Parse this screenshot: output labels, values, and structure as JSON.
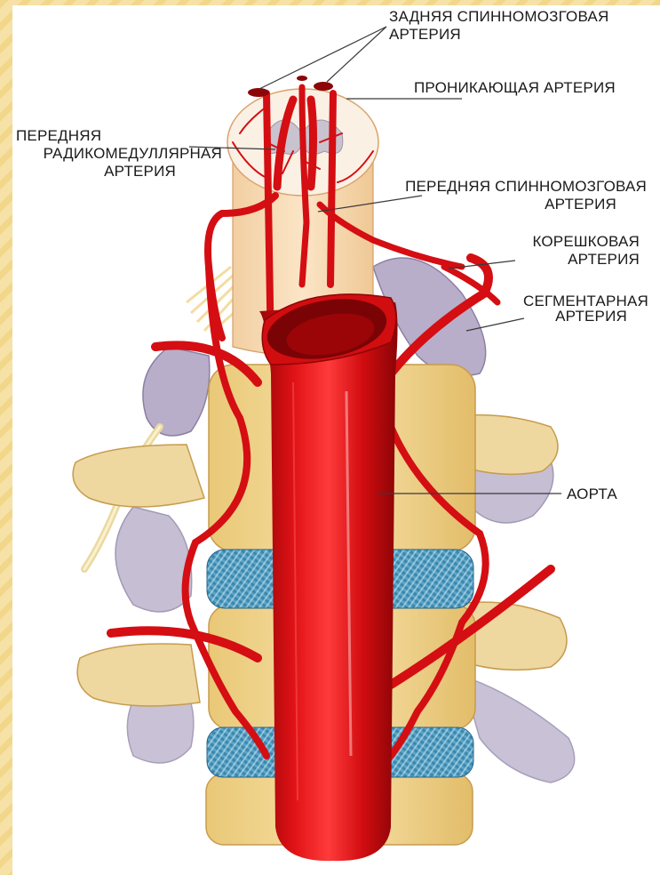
{
  "colors": {
    "frame": "#f6e2a6",
    "frame_stripe": "#efcd74",
    "background": "#ffffff",
    "artery": "#d40e12",
    "artery_dark": "#8c0508",
    "cord": "#f7d9b5",
    "bone": "#f1d79a",
    "disc": "#3f8fb4",
    "nerve": "#b9aec8"
  },
  "labels": {
    "posterior_spinal": [
      "ЗАДНЯЯ СПИННОМОЗГОВАЯ",
      "АРТЕРИЯ"
    ],
    "penetrating": "ПРОНИКАЮЩАЯ АРТЕРИЯ",
    "anterior_radiculomedullary": [
      "ПЕРЕДНЯЯ",
      "РАДИКОМЕДУЛЛЯРНАЯ",
      "АРТЕРИЯ"
    ],
    "anterior_spinal": [
      "ПЕРЕДНЯЯ СПИННОМОЗГОВАЯ",
      "АРТЕРИЯ"
    ],
    "radicular": [
      "КОРЕШКОВАЯ",
      "АРТЕРИЯ"
    ],
    "segmental": [
      "СЕГМЕНТАРНАЯ",
      "АРТЕРИЯ"
    ],
    "aorta": "АОРТА"
  }
}
